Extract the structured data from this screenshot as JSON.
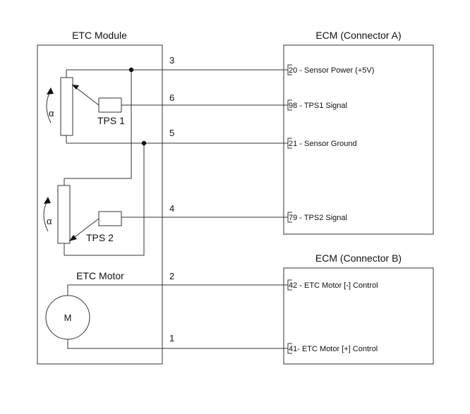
{
  "etc_module": {
    "title": "ETC Module",
    "tps1_label": "TPS 1",
    "tps2_label": "TPS 2",
    "angle_symbol": "α",
    "motor_title": "ETC Motor",
    "motor_symbol": "M"
  },
  "ecm_a": {
    "title": "ECM (Connector A)",
    "pins": [
      {
        "number": "20",
        "text": " - Sensor Power (+5V)"
      },
      {
        "number": "98",
        "text": " - TPS1 Signal"
      },
      {
        "number": "21",
        "text": " - Sensor Ground"
      },
      {
        "number": "79",
        "text": " - TPS2 Signal"
      }
    ]
  },
  "ecm_b": {
    "title": "ECM (Connector B)",
    "pins": [
      {
        "number": "42",
        "text": " - ETC Motor [-] Control"
      },
      {
        "number": "41",
        "text": "- ETC Motor [+] Control"
      }
    ]
  },
  "wire_labels": [
    "3",
    "6",
    "5",
    "4",
    "2",
    "1"
  ]
}
